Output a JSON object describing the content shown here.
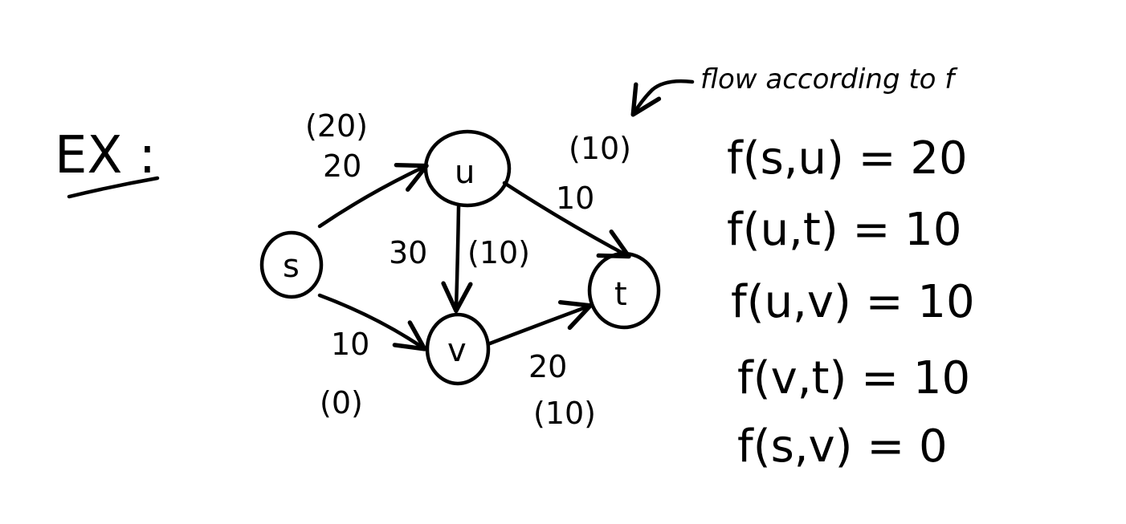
{
  "title": "EX :",
  "annotation": "flow according to f",
  "nodes": {
    "s": "s",
    "u": "u",
    "v": "v",
    "t": "t"
  },
  "edges": {
    "su": {
      "capacity": "20",
      "flow": "(20)"
    },
    "sv": {
      "capacity": "10",
      "flow": "(0)"
    },
    "uv": {
      "capacity": "30",
      "flow": "(10)"
    },
    "ut": {
      "capacity": "10",
      "flow": "(10)"
    },
    "vt": {
      "capacity": "20",
      "flow": "(10)"
    }
  },
  "equations": [
    "f(s,u) = 20",
    "f(u,t) = 10",
    "f(u,v) = 10",
    "f(v,t) = 10",
    "f(s,v) = 0"
  ],
  "colors": {
    "ink": "#000000",
    "paper": "#ffffff"
  }
}
